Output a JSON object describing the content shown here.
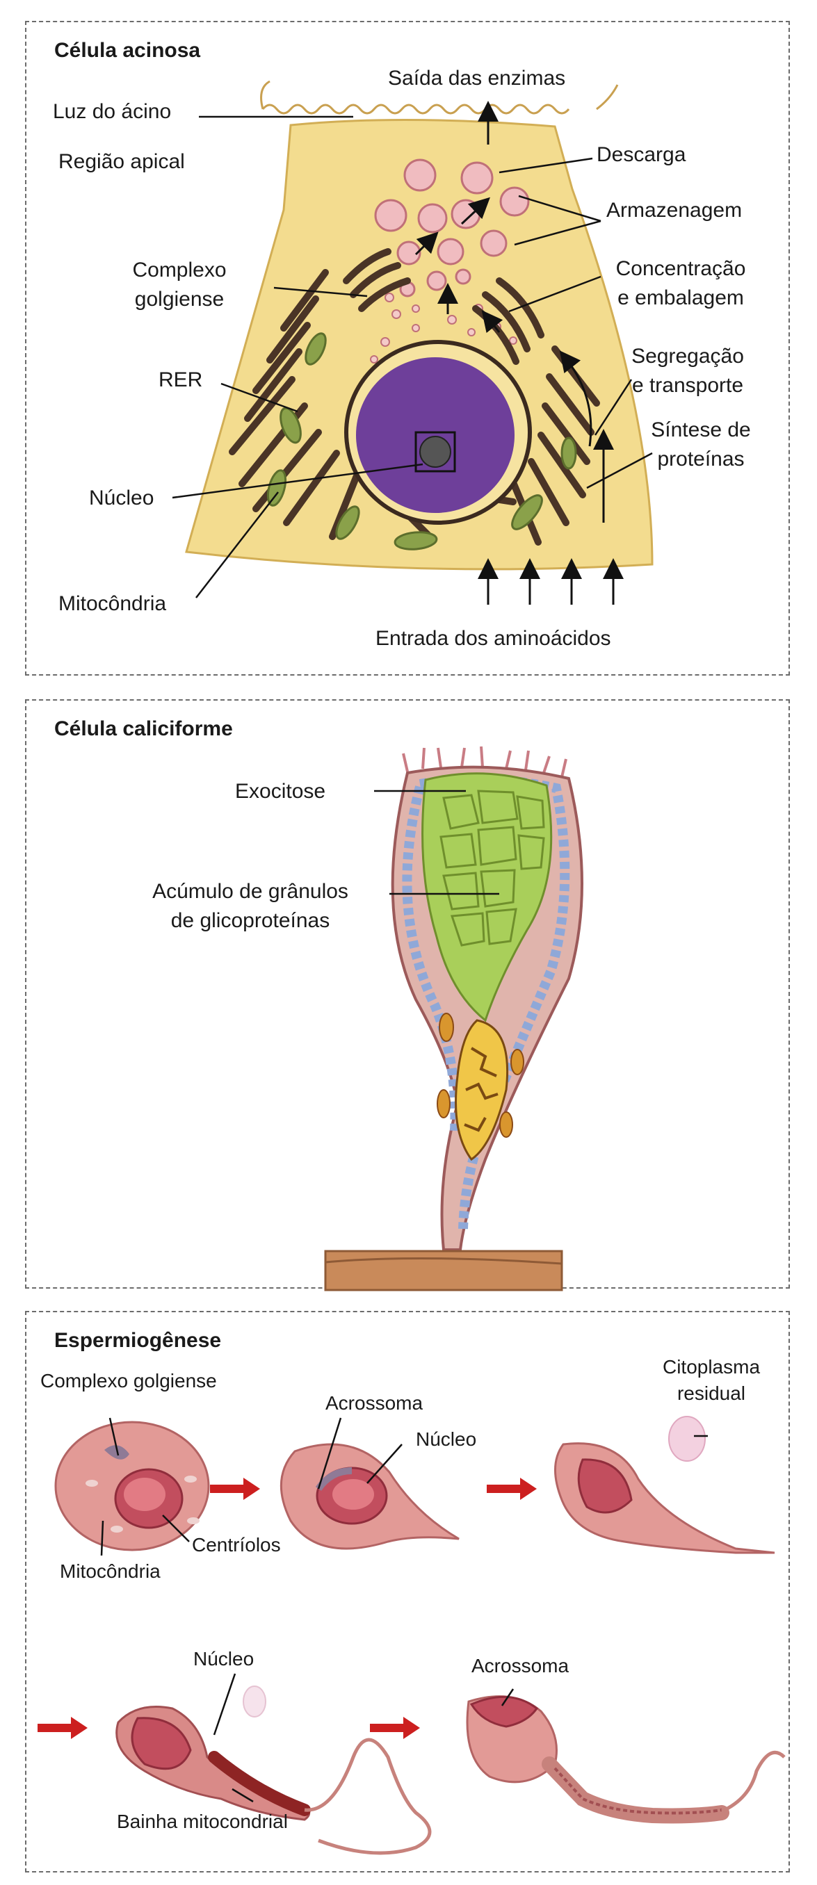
{
  "panels": [
    {
      "title": "Célula acinosa",
      "labels": {
        "lumen": "Luz do ácino",
        "apical": "Região apical",
        "golgi_1": "Complexo",
        "golgi_2": "golgiense",
        "rer": "RER",
        "nucleus": "Núcleo",
        "mito": "Mitocôndria",
        "exit": "Saída das enzimas",
        "discharge": "Descarga",
        "storage": "Armazenagem",
        "concentration_1": "Concentração",
        "concentration_2": "e embalagem",
        "segregation_1": "Segregação",
        "segregation_2": "e transporte",
        "synthesis_1": "Síntese de",
        "synthesis_2": "proteínas",
        "aminoacids": "Entrada dos aminoácidos"
      }
    },
    {
      "title": "Célula caliciforme",
      "labels": {
        "exocytosis": "Exocitose",
        "accumulation_1": "Acúmulo de grânulos",
        "accumulation_2": "de glicoproteínas"
      }
    },
    {
      "title": "Espermiogênese",
      "labels": {
        "golgi": "Complexo golgiense",
        "centrioles": "Centríolos",
        "mito": "Mitocôndria",
        "acrosome_1": "Acrossoma",
        "nucleus_1": "Núcleo",
        "cytoplasm_1": "Citoplasma",
        "cytoplasm_2": "residual",
        "nucleus_2": "Núcleo",
        "sheath": "Bainha mitocondrial",
        "acrosome_2": "Acrossoma"
      }
    }
  ],
  "colors": {
    "cytoplasm": "#f3dc8f",
    "nucleus": "#6e3f9a",
    "granule": "#f0bcc0",
    "rer": "#4a3426",
    "mitochondria": "#8aa14a",
    "goblet_granule": "#a9cf5a",
    "sperm": "#d98a88",
    "arrow_red": "#cc1f1f"
  }
}
